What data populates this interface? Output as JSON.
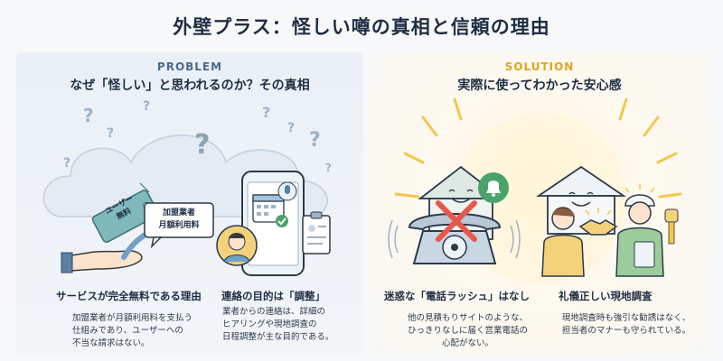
{
  "title": "外壁プラス：怪しい噂の真相と信頼の理由",
  "problem": {
    "label": "PROBLEM",
    "heading": "なぜ「怪しい」と思われるのか？その真相",
    "tag_text": "ユーザー\n無料",
    "bubble_text": "加盟業者\n月額利用料",
    "items": [
      {
        "title": "サービスが完全無料である理由",
        "body": "加盟業者が月額利用料を支払う\n仕組みであり、ユーザーへの\n不当な請求はない。"
      },
      {
        "title": "連絡の目的は「調整」",
        "body": "業者からの連絡は、詳細の\nヒアリングや現地調査の\n日程調整が主な目的である。"
      }
    ]
  },
  "solution": {
    "label": "SOLUTION",
    "heading": "実際に使ってわかった安心感",
    "items": [
      {
        "title": "迷惑な「電話ラッシュ」はなし",
        "body": "他の見積もりサイトのような、\nひっきりなしに届く営業電話の\n心配がない。"
      },
      {
        "title": "礼儀正しい現地調査",
        "body": "現地調査時も強引な勧誘はなく、\n担当者のマナーも守られている。"
      }
    ]
  },
  "colors": {
    "problem_label": "#4a6a8c",
    "solution_label": "#e0a521",
    "cross": "#e8574a"
  }
}
